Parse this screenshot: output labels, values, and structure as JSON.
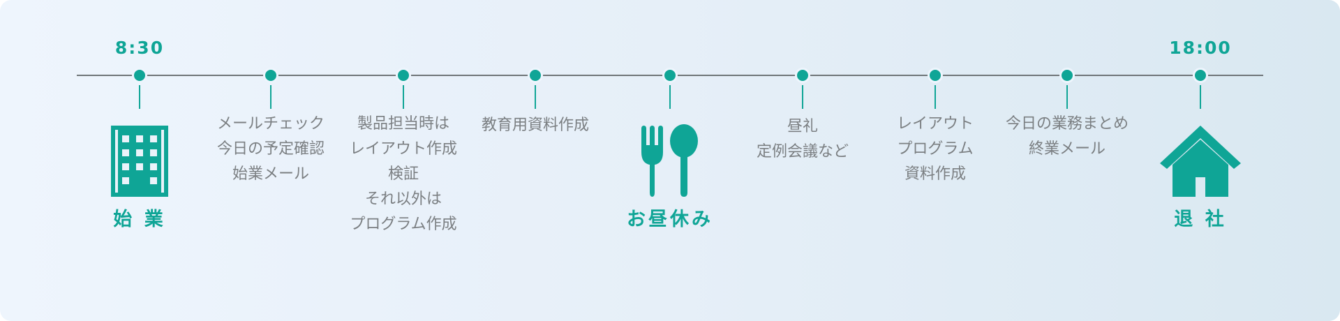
{
  "timeline": {
    "start": {
      "time": "8:30",
      "label": "始 業",
      "icon": "office-building-icon"
    },
    "lunch": {
      "label": "お昼休み",
      "icon": "fork-spoon-icon"
    },
    "end": {
      "time": "18:00",
      "label": "退 社",
      "icon": "house-icon"
    },
    "steps": [
      {
        "text": "メールチェック\n今日の予定確認\n始業メール"
      },
      {
        "text": "製品担当時は\nレイアウト作成\n検証\nそれ以外は\nプログラム作成"
      },
      {
        "text": "教育用資料作成"
      },
      {
        "text": "昼礼\n定例会議など"
      },
      {
        "text": "レイアウト\nプログラム\n資料作成"
      },
      {
        "text": "今日の業務まとめ\n終業メール"
      }
    ]
  },
  "colors": {
    "accent": "#0fa596",
    "line": "#6f7578",
    "text": "#7b7f82"
  }
}
